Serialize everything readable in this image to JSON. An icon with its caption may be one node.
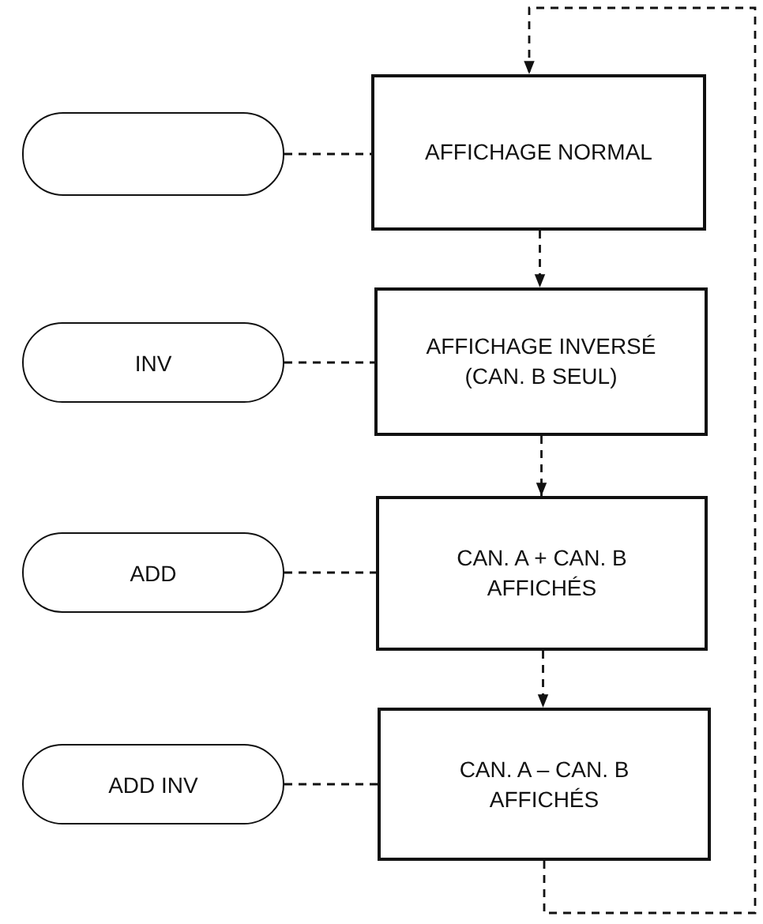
{
  "diagram": {
    "nodes": [
      {
        "text": [],
        "shape": "box"
      },
      {
        "text": [
          "AFFICHAGE NORMAL"
        ]
      },
      {
        "text": [
          "INV"
        ]
      },
      {
        "text": [
          "AFFICHAGE INVERSÉ (CAN. B SEUL)"
        ]
      },
      {
        "text": [
          "ADD"
        ]
      },
      {
        "text": [
          "CAN. A + CAN. B AFFICHÉS"
        ]
      },
      {
        "text": [
          "ADD INV"
        ]
      },
      {
        "text": [
          "CAN. A – CAN. B AFFICHÉS"
        ]
      }
    ],
    "edges": [
      {
        "from": 0,
        "to": 1,
        "arrow": "none",
        "style": "dashed"
      },
      {
        "from": 2,
        "to": 3,
        "arrow": "none",
        "style": "dashed"
      },
      {
        "from": 4,
        "to": 5,
        "arrow": "none",
        "style": "dashed"
      },
      {
        "from": 6,
        "to": 7,
        "arrow": "none",
        "style": "dashed"
      },
      {
        "from": 1,
        "to": 3,
        "arrow": "to",
        "style": "dashed"
      },
      {
        "from": 3,
        "to": 5,
        "arrow": "to",
        "style": "dashed"
      },
      {
        "from": 5,
        "to": 7,
        "arrow": "to",
        "style": "dashed"
      },
      {
        "from": 7,
        "to": 1,
        "arrow": "to",
        "style": "dashed"
      }
    ]
  }
}
